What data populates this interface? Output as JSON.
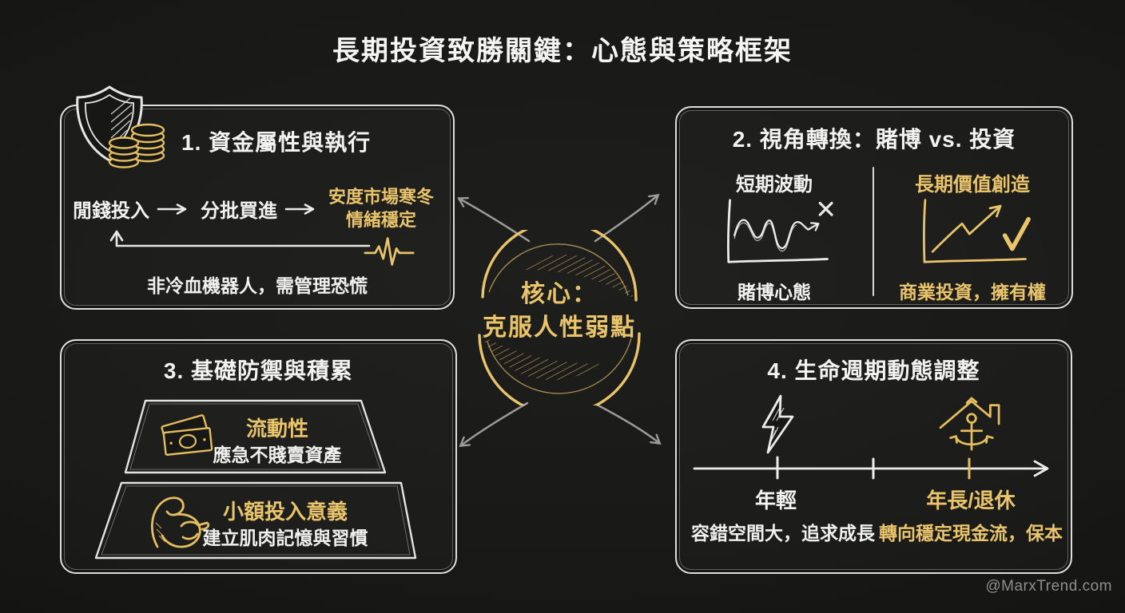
{
  "title": "長期投資致勝關鍵：心態與策略框架",
  "watermark": "@MarxTrend.com",
  "colors": {
    "gold": "#e9c46b",
    "text_white": "#f2f2f0",
    "arrow_grey": "#9b9b99",
    "background": "#181816",
    "panel_border": "#dededc"
  },
  "center": {
    "line1": "核心：",
    "line2": "克服人性弱點"
  },
  "panels": {
    "funding": {
      "title": "1. 資金屬性與執行",
      "icon": "shield-coins-icon",
      "flow_step1": "閒錢投入",
      "flow_step2": "分批買進",
      "flow_result_line1": "安度市場寒冬",
      "flow_result_line2": "情緒穩定",
      "note": "非冷血機器人，需管理恐慌"
    },
    "perspective": {
      "title": "2. 視角轉換：賭博 vs. 投資",
      "left_heading": "短期波動",
      "left_icon": "volatility-chart-icon",
      "left_caption": "賭博心態",
      "right_heading": "長期價值創造",
      "right_icon": "growth-chart-icon",
      "right_caption": "商業投資，擁有權"
    },
    "defense": {
      "title": "3. 基礎防禦與積累",
      "tier1_icon": "banknote-icon",
      "tier1_heading": "流動性",
      "tier1_caption": "應急不賤賣資產",
      "tier2_icon": "muscle-icon",
      "tier2_heading": "小額投入意義",
      "tier2_caption": "建立肌肉記憶與習慣"
    },
    "lifecycle": {
      "title": "4. 生命週期動態調整",
      "left_icon": "lightning-icon",
      "left_label": "年輕",
      "left_caption": "容錯空間大，追求成長",
      "right_icon": "anchor-home-icon",
      "right_label": "年長/退休",
      "right_caption": "轉向穩定現金流，保本"
    }
  }
}
